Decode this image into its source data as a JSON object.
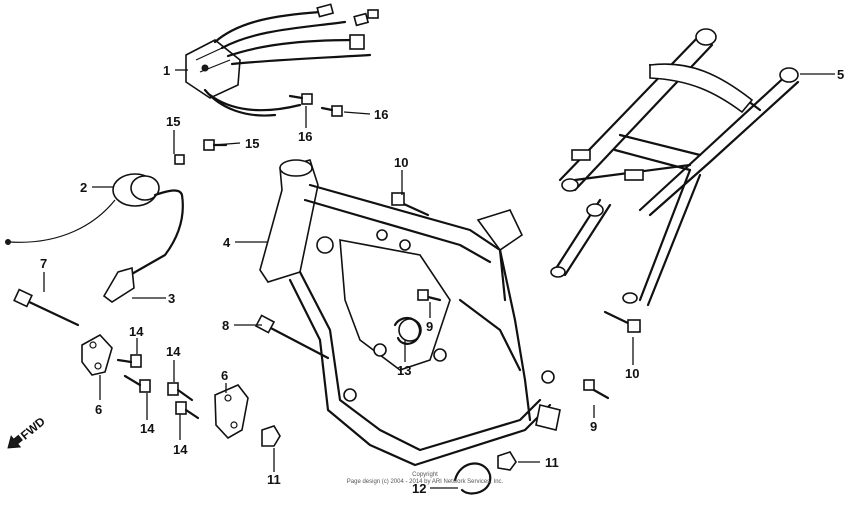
{
  "diagram": {
    "callouts": [
      "1",
      "2",
      "3",
      "4",
      "5",
      "6",
      "6",
      "7",
      "8",
      "9",
      "9",
      "10",
      "10",
      "11",
      "11",
      "12",
      "13",
      "14",
      "14",
      "14",
      "14",
      "15",
      "15",
      "16",
      "16"
    ],
    "fwd_label": "FWD",
    "copyright_line1": "Copyright",
    "copyright_line2": "Page design (c) 2004 - 2014 by ARI Network Services, Inc."
  }
}
